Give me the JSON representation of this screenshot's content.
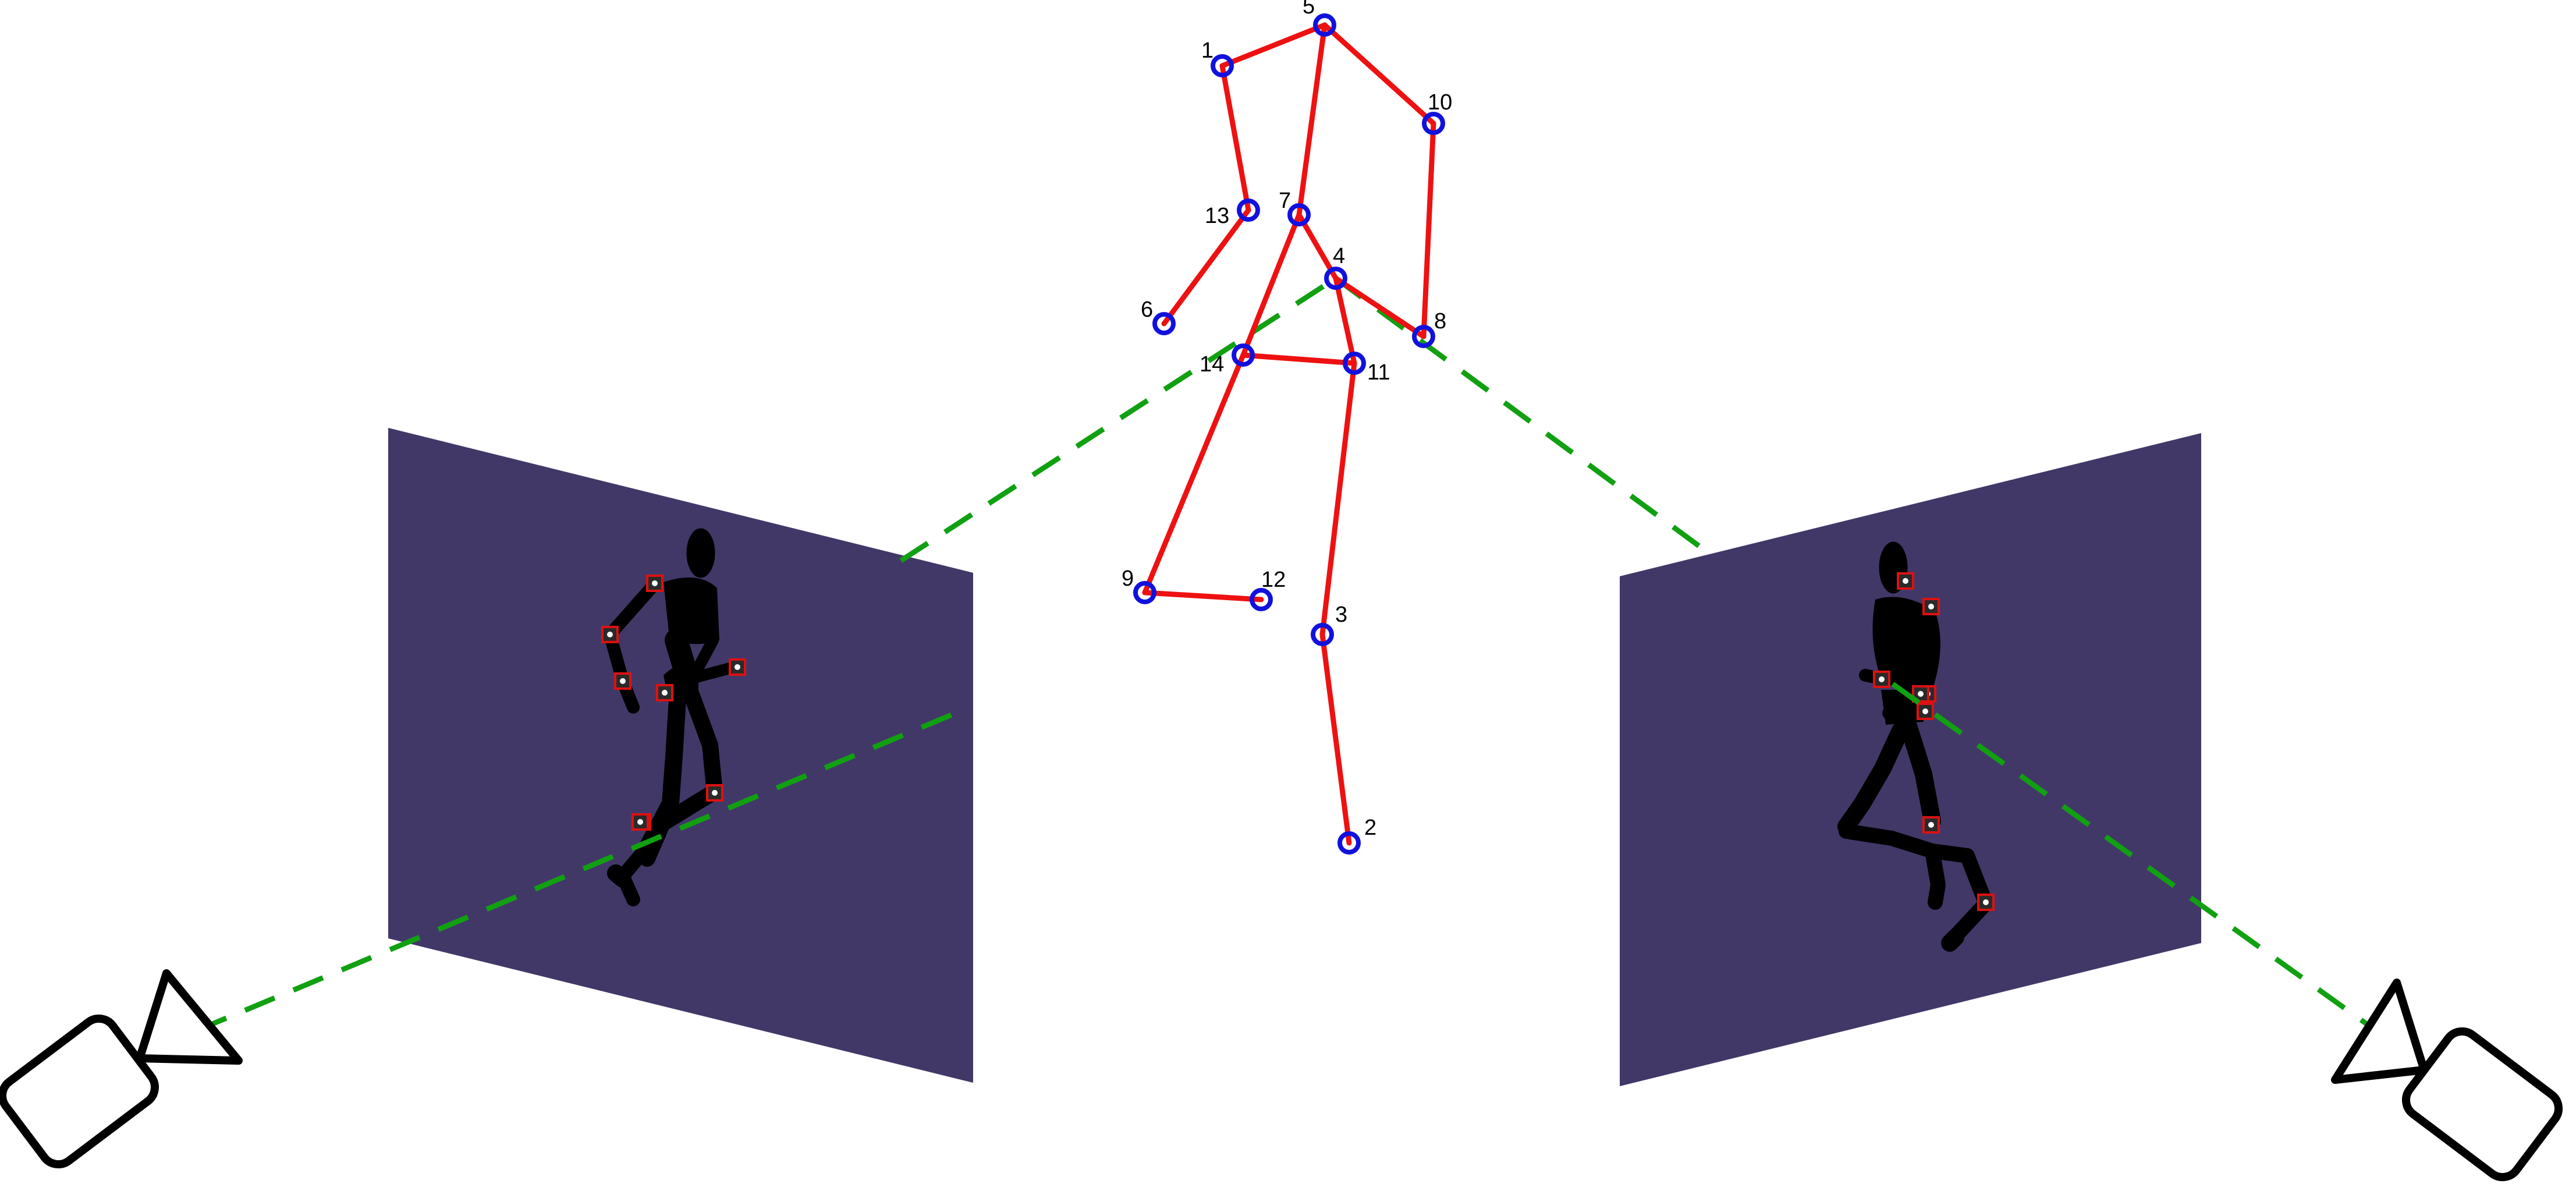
{
  "colors": {
    "background": "#ffffff",
    "bone": "#ee1111",
    "joint": "#1111dd",
    "ray": "#11a011",
    "image_plane": "#413868",
    "figure": "#000000",
    "keypoint_marker": "#dd1111",
    "camera_outline": "#000000"
  },
  "skeleton": {
    "joint_labels": [
      "1",
      "2",
      "3",
      "4",
      "5",
      "6",
      "7",
      "8",
      "9",
      "10",
      "11",
      "12",
      "13",
      "14"
    ]
  },
  "image_planes": [
    {
      "name": "left-image-plane",
      "keypoint_count": 8
    },
    {
      "name": "right-image-plane",
      "keypoint_count": 8
    }
  ],
  "cameras": [
    {
      "name": "left-camera",
      "icon": "video-camera-icon"
    },
    {
      "name": "right-camera",
      "icon": "video-camera-icon"
    }
  ]
}
